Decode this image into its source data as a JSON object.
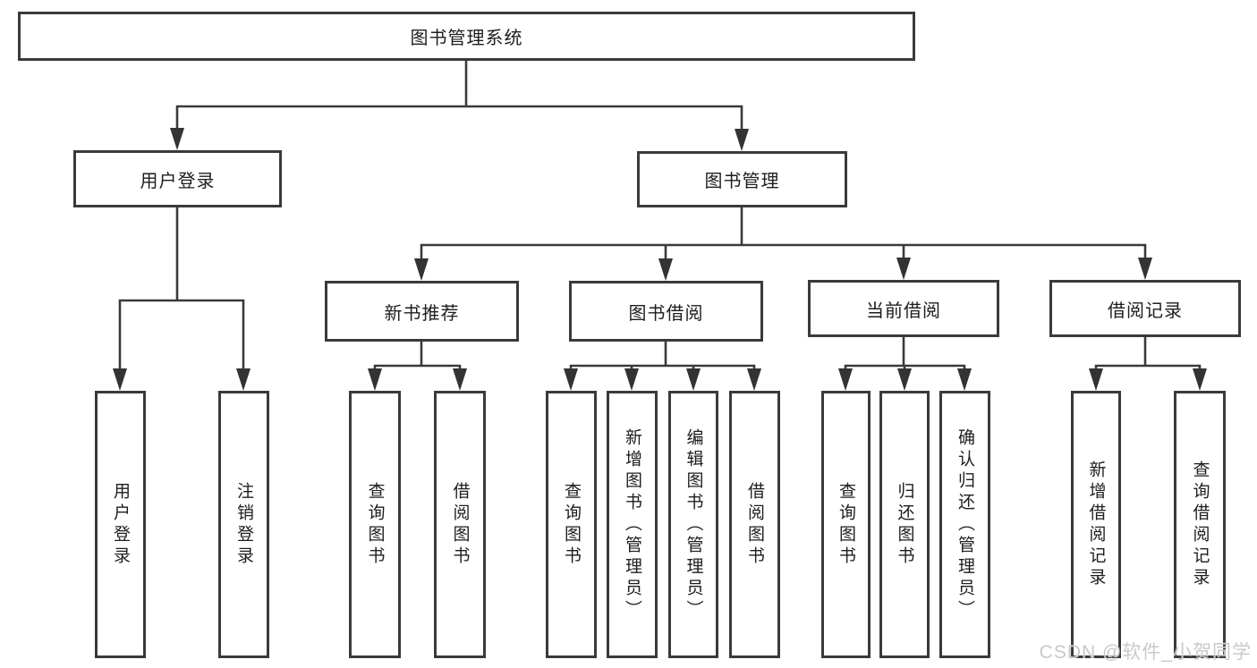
{
  "colors": {
    "line": "#3a3a3a",
    "text": "#1d1d1d",
    "box_background": "#ffffff",
    "watermark": "#c9c9c9"
  },
  "watermark": "CSDN @软件_小贺同学",
  "tree": {
    "label": "图书管理系统",
    "children": [
      {
        "label": "用户登录",
        "children": [
          {
            "label": "用户登录"
          },
          {
            "label": "注销登录"
          }
        ]
      },
      {
        "label": "图书管理",
        "children": [
          {
            "label": "新书推荐",
            "children": [
              {
                "label": "查询图书"
              },
              {
                "label": "借阅图书"
              }
            ]
          },
          {
            "label": "图书借阅",
            "children": [
              {
                "label": "查询图书"
              },
              {
                "label": "新增图书（管理员）"
              },
              {
                "label": "编辑图书（管理员）"
              },
              {
                "label": "借阅图书"
              }
            ]
          },
          {
            "label": "当前借阅",
            "children": [
              {
                "label": "查询图书"
              },
              {
                "label": "归还图书"
              },
              {
                "label": "确认归还（管理员）"
              }
            ]
          },
          {
            "label": "借阅记录",
            "children": [
              {
                "label": "新增借阅记录"
              },
              {
                "label": "查询借阅记录"
              }
            ]
          }
        ]
      }
    ]
  }
}
